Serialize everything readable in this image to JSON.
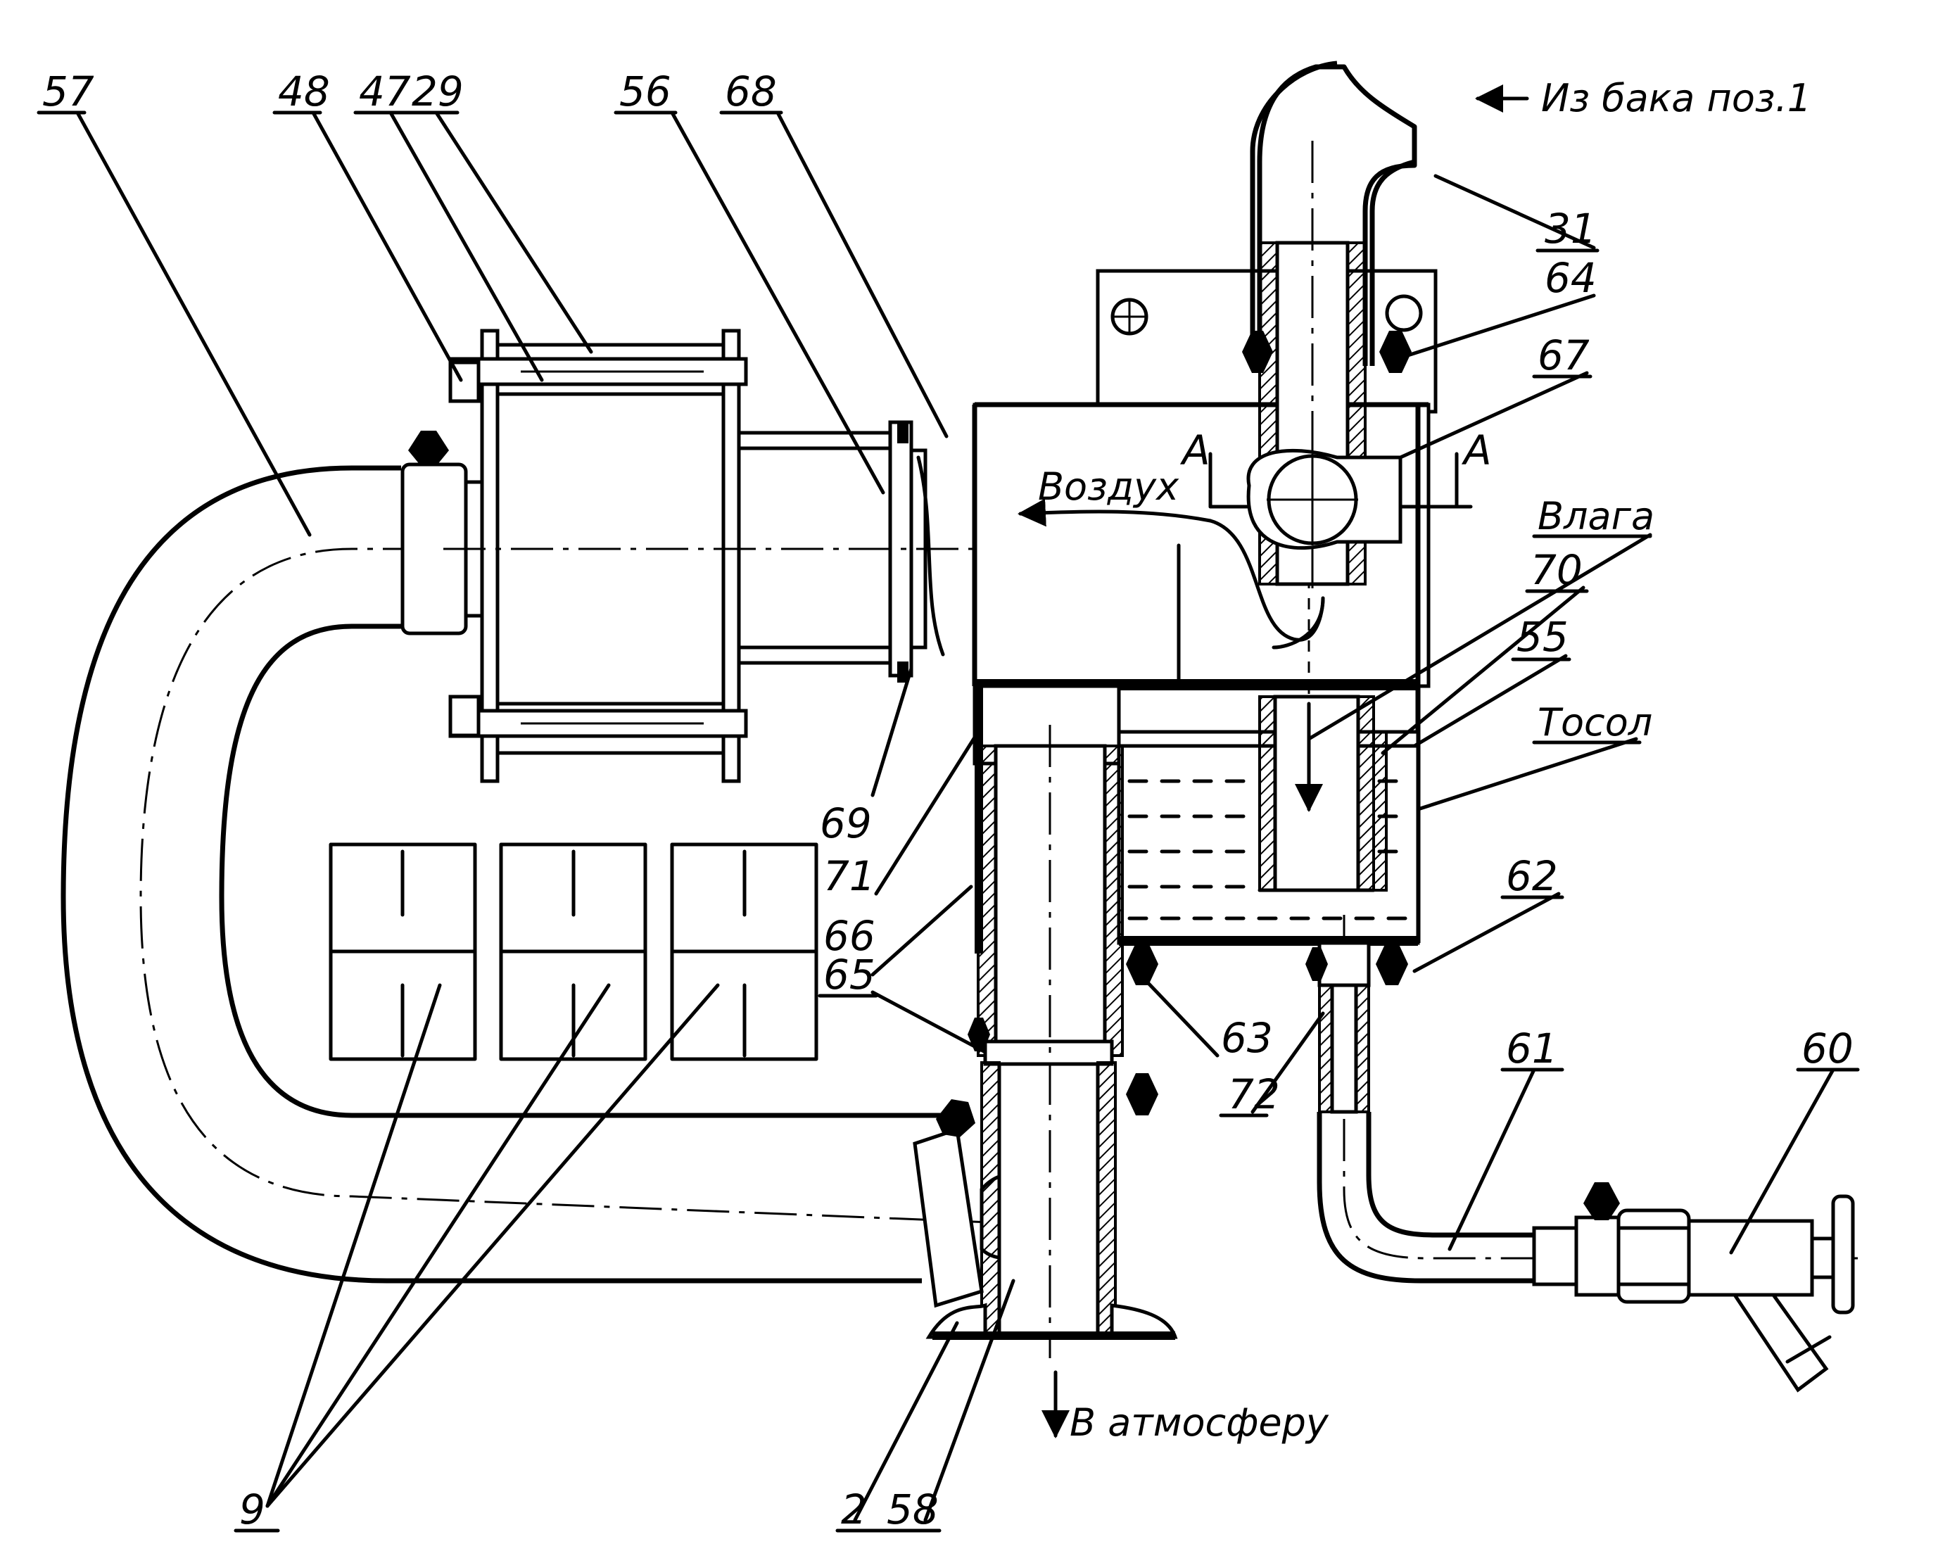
{
  "callouts": {
    "p57": "57",
    "p48": "48",
    "p47": "47",
    "p29": "29",
    "p56": "56",
    "p68": "68",
    "p31": "31",
    "p64": "64",
    "p67": "67",
    "p70": "70",
    "p55": "55",
    "p62": "62",
    "p63": "63",
    "p72": "72",
    "p61": "61",
    "p60": "60",
    "p69": "69",
    "p71": "71",
    "p66": "66",
    "p65": "65",
    "p9": "9",
    "p2": "2",
    "p58": "58"
  },
  "annotations": {
    "from_tank": "Из бака поз.1",
    "air": "Воздух",
    "moisture": "Влага",
    "antifreeze": "Тосол",
    "to_atmosphere": "В атмосферу",
    "section_a_left": "А",
    "section_a_right": "А"
  }
}
